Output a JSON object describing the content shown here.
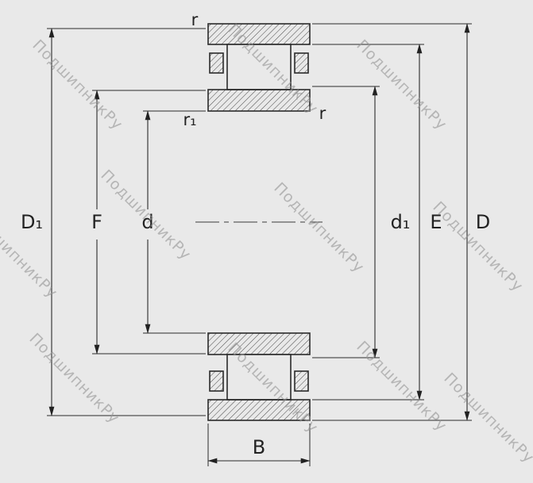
{
  "page": {
    "background_color": "#e9e9e9",
    "line_color": "#2a2a2a",
    "figure": "cylindrical-roller-bearing-cross-section"
  },
  "watermark": {
    "text": "ПодшипникРу",
    "color": "#969696"
  },
  "labels": {
    "r_top": "r",
    "r1": "r₁",
    "r_right": "r",
    "D1": "D₁",
    "F": "F",
    "d": "d",
    "d1": "d₁",
    "E": "E",
    "D": "D",
    "B": "B"
  }
}
